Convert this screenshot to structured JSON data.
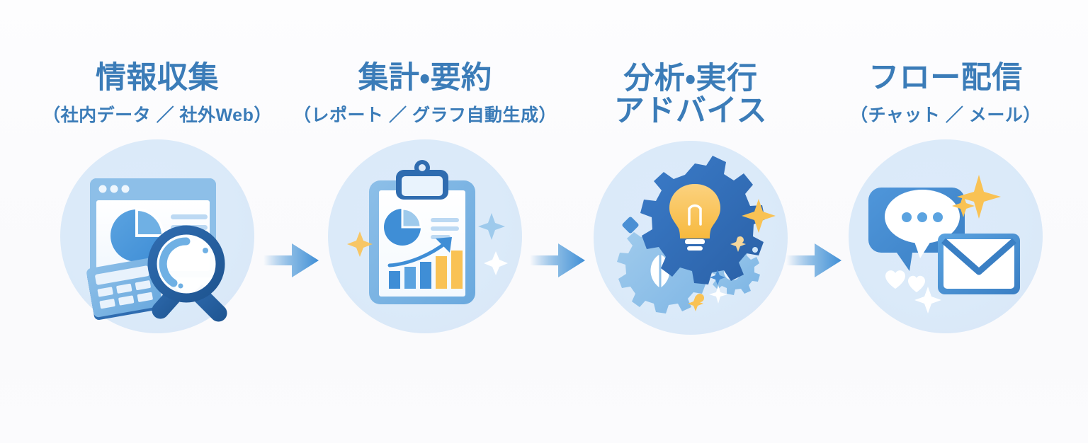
{
  "diagram": {
    "type": "horizontal-process-flow",
    "step_count": 4,
    "accent_color": "#3b7cb8",
    "icon_circle_color": "#dbeaf9",
    "background_color": "#fbfbfd",
    "arrow_color": "#3f8ed6"
  },
  "steps": [
    {
      "index": 1,
      "title": "情報収集",
      "title_line2": "",
      "subtitle": "（社内データ ／ 社外Web）",
      "icon_name": "browser-analytics-search-icon",
      "icon_elements": [
        "browser-window",
        "pie-chart",
        "text-lines",
        "calculator",
        "magnifying-glass"
      ]
    },
    {
      "index": 2,
      "title": "集計・要約",
      "title_line2": "",
      "subtitle": "（レポート ／ グラフ自動生成）",
      "icon_name": "clipboard-report-chart-icon",
      "icon_elements": [
        "clipboard",
        "pie-chart",
        "text-lines",
        "bar-chart",
        "trend-arrow",
        "sparkles"
      ]
    },
    {
      "index": 3,
      "title": "分析・実行",
      "title_line2": "アドバイス",
      "subtitle": "",
      "icon_name": "gear-lightbulb-icon",
      "icon_elements": [
        "large-gear",
        "lightbulb",
        "medium-gear",
        "small-gear",
        "sparkles"
      ]
    },
    {
      "index": 4,
      "title": "フロー配信",
      "title_line2": "",
      "subtitle": "（チャット ／ メール）",
      "icon_name": "chat-email-delivery-icon",
      "icon_elements": [
        "chat-bubble",
        "speech-bubble-dots",
        "envelope",
        "hearts",
        "sparkles"
      ]
    }
  ],
  "arrows": [
    {
      "index": 1,
      "name": "flow-arrow-1-to-2"
    },
    {
      "index": 2,
      "name": "flow-arrow-2-to-3"
    },
    {
      "index": 3,
      "name": "flow-arrow-3-to-4"
    }
  ],
  "palette": {
    "deep_blue": "#2f6cb0",
    "mid_blue": "#3f8ed6",
    "light_blue": "#8dbfe8",
    "pale_blue": "#c9e0f5",
    "yellow": "#f9c254",
    "white": "#ffffff"
  }
}
